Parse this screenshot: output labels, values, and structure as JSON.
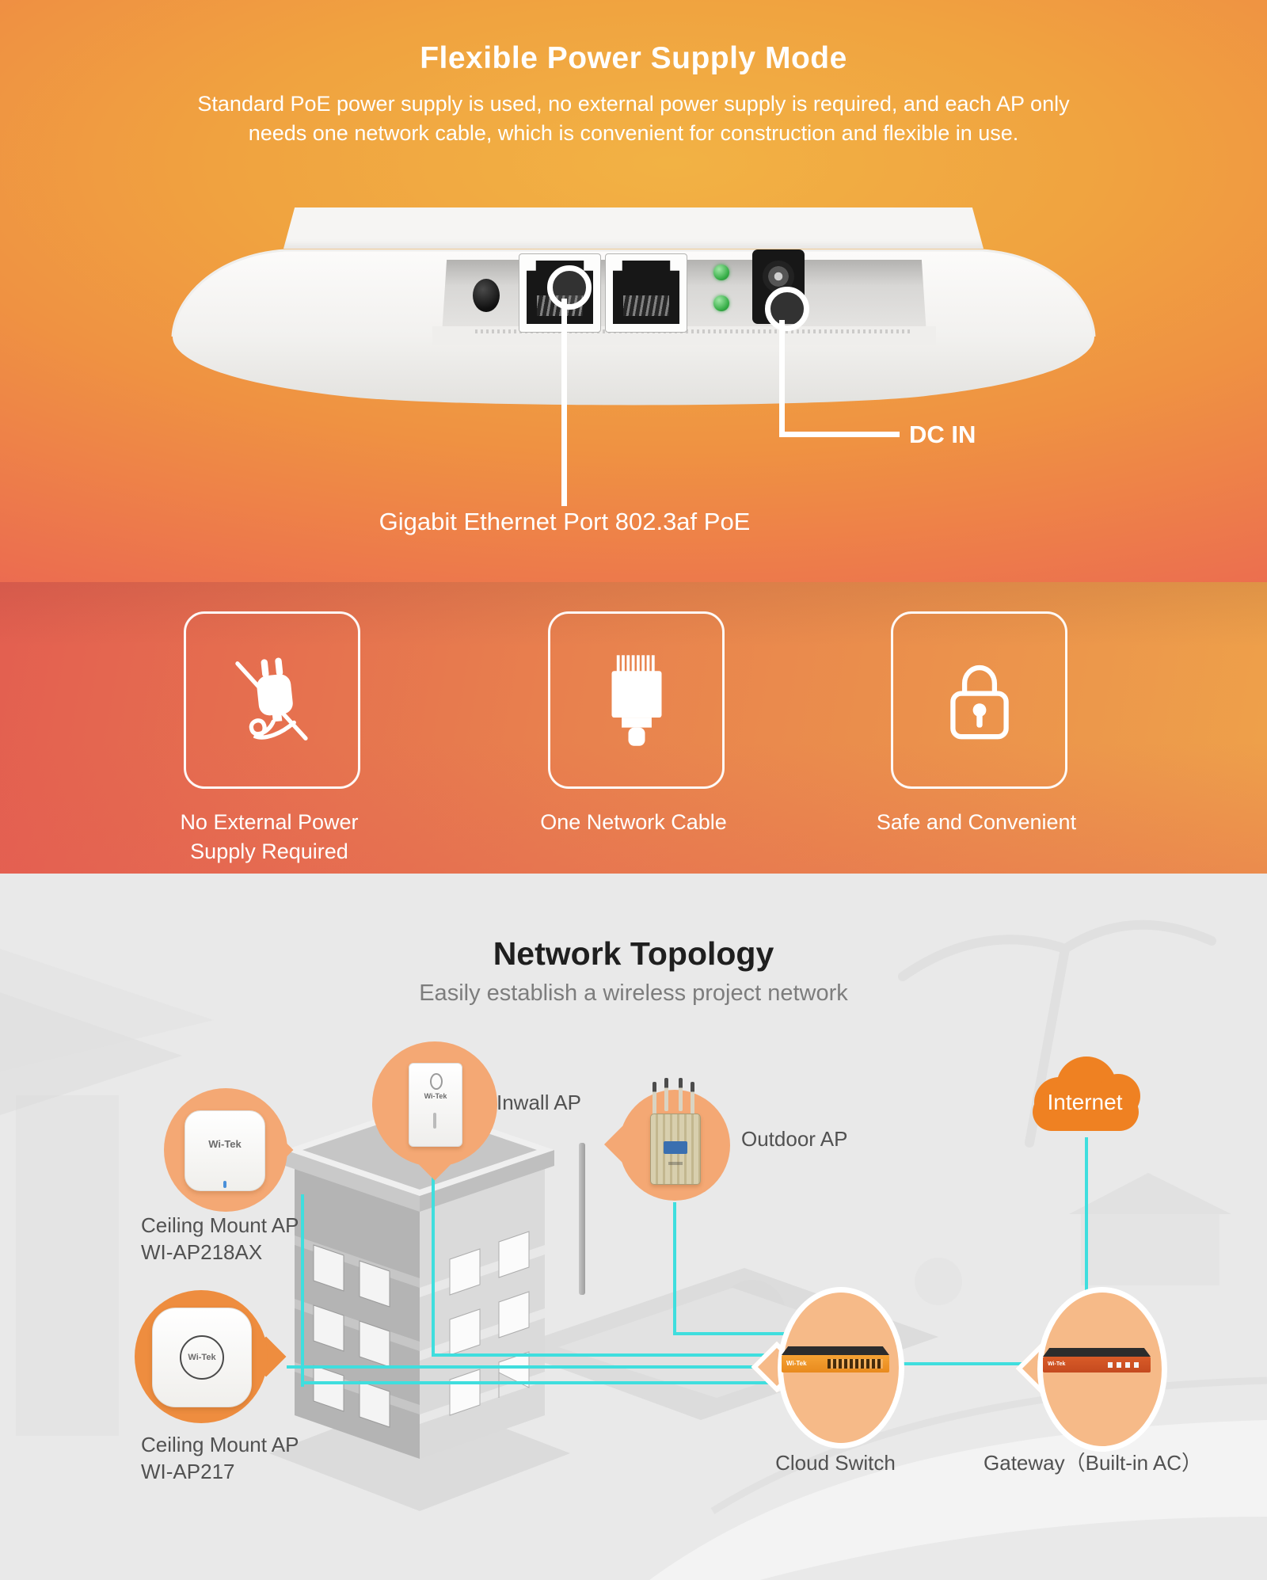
{
  "colors": {
    "accent_orange": "#ef8122",
    "bubble_orange": "#f4a874",
    "bubble_orange_deep": "#ee8d3f",
    "bubble_peach": "#f6ba88",
    "link_teal": "#3fdede",
    "led_green": "#35ad46",
    "section1_gradient_center": "#f2b244",
    "section1_gradient_edge": "#ea6054",
    "section3_background": "#e9e9e9"
  },
  "power_section": {
    "title": "Flexible Power Supply Mode",
    "subtitle_line1": "Standard PoE power supply is used, no external power supply is required, and each AP only",
    "subtitle_line2": "needs one network cable, which is convenient for construction and flexible in use.",
    "callout_dc_in": "DC IN",
    "callout_ethernet": "Gigabit Ethernet Port 802.3af PoE"
  },
  "features_section": {
    "items": [
      {
        "icon": "no-external-power-icon",
        "line1": "No External Power",
        "line2": "Supply Required"
      },
      {
        "icon": "network-cable-icon",
        "line1": "One Network Cable",
        "line2": ""
      },
      {
        "icon": "padlock-icon",
        "line1": "Safe and Convenient",
        "line2": ""
      }
    ]
  },
  "topology_section": {
    "title": "Network Topology",
    "subtitle": "Easily establish a wireless project network",
    "brand": "Wi-Tek",
    "nodes": {
      "inwall_ap": {
        "label": "Inwall AP"
      },
      "outdoor_ap": {
        "label": "Outdoor AP"
      },
      "internet": {
        "label": "Internet"
      },
      "ceiling_ap_218ax": {
        "label_line1": "Ceiling Mount AP",
        "label_line2": "WI-AP218AX"
      },
      "ceiling_ap_217": {
        "label_line1": "Ceiling Mount AP",
        "label_line2": "WI-AP217"
      },
      "cloud_switch": {
        "label": "Cloud Switch"
      },
      "gateway": {
        "label": "Gateway（Built-in AC）"
      }
    }
  }
}
